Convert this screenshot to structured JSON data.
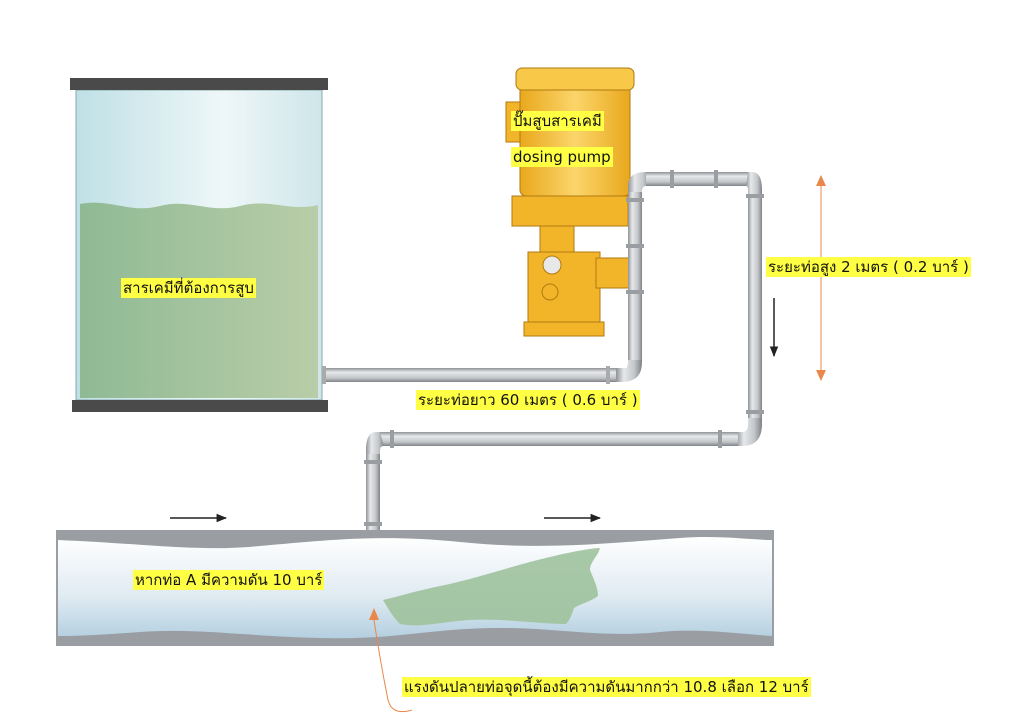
{
  "diagram": {
    "title": "Chemical dosing pump pressure calculation",
    "colors": {
      "label_bg": "#ffff44",
      "pipe": "#b9bcc0",
      "tank_liquid": "#9fc29c",
      "pump_body": "#f2b52a",
      "annotation_arrow": "#e8884a",
      "flow_arrow": "#222222"
    },
    "components": {
      "tank": {
        "label": "สารเคมีที่ต้องการสูบ"
      },
      "pump": {
        "label_th": "ปั๊มสูบสารเคมี",
        "label_en": "dosing pump"
      },
      "vertical_pipe": {
        "label": "ระยะท่อสูง 2 เมตร ( 0.2 บาร์ )",
        "height_m": 2,
        "pressure_bar": 0.2
      },
      "horizontal_pipe": {
        "label": "ระยะท่อยาว 60 เมตร ( 0.6 บาร์ )",
        "length_m": 60,
        "pressure_bar": 0.6
      },
      "main_pipe": {
        "label": "หากท่อ A มีความดัน 10 บาร์",
        "pressure_bar": 10
      },
      "injection_point": {
        "label": "แรงดันปลายท่อจุดนี้ต้องมีความดันมากกว่า 10.8 เลือก 12 บาร์",
        "min_pressure_bar": 10.8,
        "selected_pressure_bar": 12
      }
    },
    "flow_arrows": [
      "right",
      "right",
      "down"
    ]
  }
}
